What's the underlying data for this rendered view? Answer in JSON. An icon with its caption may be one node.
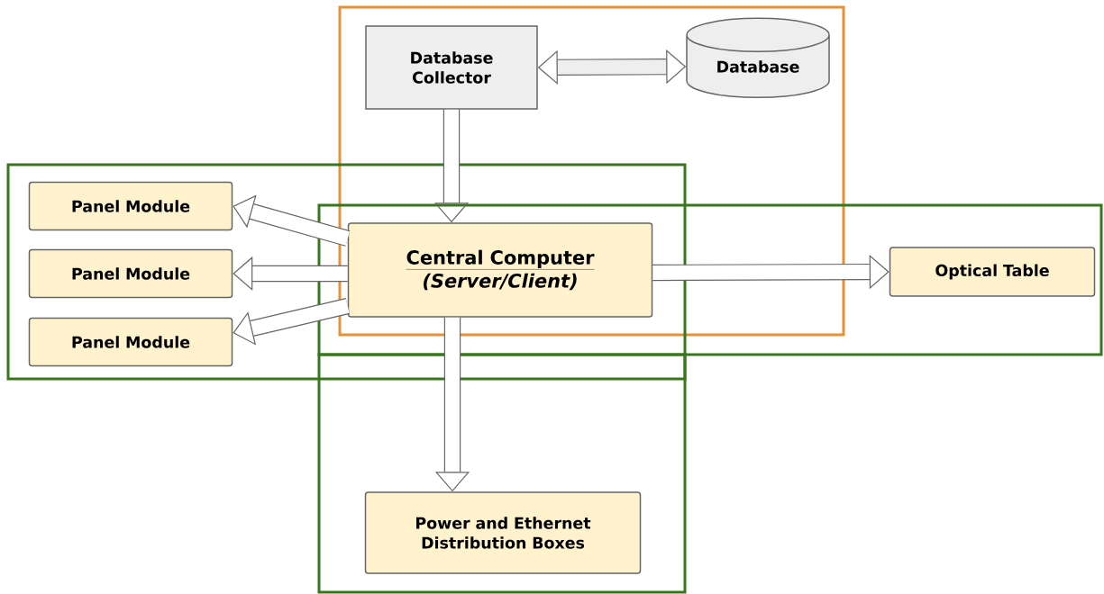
{
  "diagram": {
    "nodes": [
      {
        "text": [
          "Database Collector"
        ]
      },
      {
        "text": [
          "Database"
        ]
      },
      {
        "text": [
          "Panel Module"
        ]
      },
      {
        "text": [
          "Panel Module"
        ]
      },
      {
        "text": [
          "Panel Module"
        ]
      },
      {
        "text": [
          "Central Computer",
          "(Server/Client)"
        ]
      },
      {
        "text": [
          "Optical Table"
        ]
      },
      {
        "text": [
          "Power and Ethernet Distribution Boxes"
        ]
      }
    ],
    "edges": [
      {
        "from": 0,
        "to": 1,
        "arrow": "both"
      },
      {
        "from": 0,
        "to": 5,
        "arrow": "to"
      },
      {
        "from": 5,
        "to": 2,
        "arrow": "to"
      },
      {
        "from": 5,
        "to": 3,
        "arrow": "to"
      },
      {
        "from": 5,
        "to": 4,
        "arrow": "to"
      },
      {
        "from": 5,
        "to": 6,
        "arrow": "to"
      },
      {
        "from": 5,
        "to": 7,
        "arrow": "to"
      }
    ]
  }
}
